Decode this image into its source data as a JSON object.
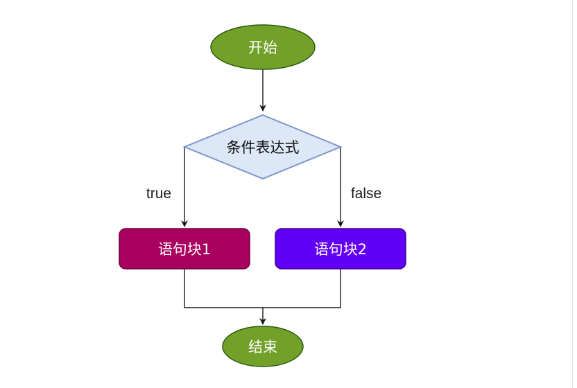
{
  "diagram": {
    "nodes": {
      "start": {
        "label": "开始",
        "shape": "ellipse",
        "fill": "#71a128",
        "stroke": "#2e5a0e",
        "text_color": "#ffffff"
      },
      "condition": {
        "label": "条件表达式",
        "shape": "diamond",
        "fill": "#dce7f7",
        "stroke": "#7d95c9",
        "text_color": "#111111"
      },
      "block1": {
        "label": "语句块1",
        "shape": "rounded-rect",
        "fill": "#a8005e",
        "stroke": "#6e0040",
        "text_color": "#ffffff"
      },
      "block2": {
        "label": "语句块2",
        "shape": "rounded-rect",
        "fill": "#6200f5",
        "stroke": "#3d0099",
        "text_color": "#ffffff"
      },
      "end": {
        "label": "结束",
        "shape": "ellipse",
        "fill": "#71a128",
        "stroke": "#2e5a0e",
        "text_color": "#ffffff"
      }
    },
    "edges": {
      "start_to_condition": {
        "from": "start",
        "to": "condition",
        "label": ""
      },
      "condition_true": {
        "from": "condition",
        "to": "block1",
        "label": "true"
      },
      "condition_false": {
        "from": "condition",
        "to": "block2",
        "label": "false"
      },
      "block1_to_end": {
        "from": "block1",
        "to": "end",
        "label": ""
      },
      "block2_to_end": {
        "from": "block2",
        "to": "end",
        "label": ""
      }
    },
    "edge_color": "#1a1a1a"
  }
}
